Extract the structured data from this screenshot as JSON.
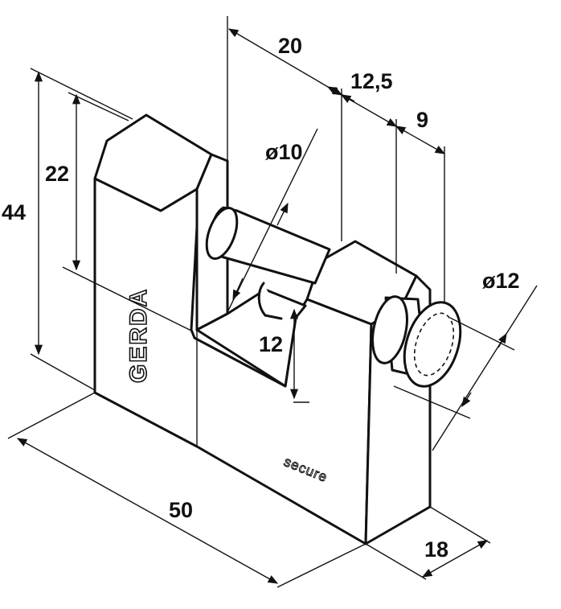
{
  "diagram": {
    "brand_text": "GERDA",
    "engraving_text": "secure",
    "dimensions": {
      "height_total": "44",
      "height_body": "22",
      "width": "50",
      "depth": "18",
      "shackle_span": "20",
      "offset_a": "12,5",
      "offset_b": "9",
      "shackle_diameter": "ø10",
      "cylinder_diameter": "ø12",
      "gap_height": "12"
    },
    "line_color": "#111111",
    "background": "#ffffff"
  }
}
